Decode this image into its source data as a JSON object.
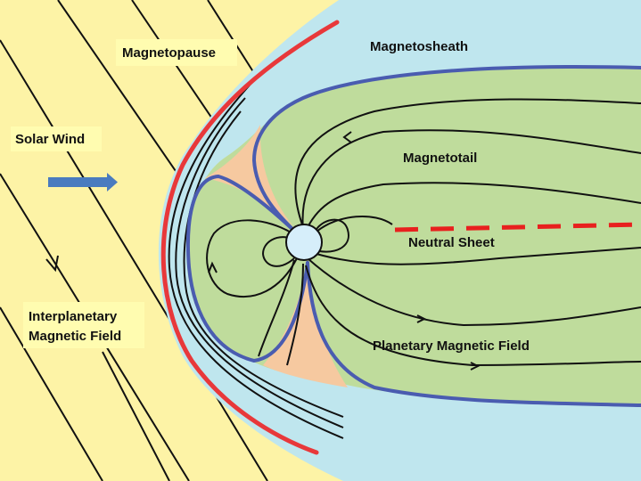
{
  "diagram": {
    "title": "Magnetosphere",
    "labels": {
      "magnetopause": "Magnetopause",
      "magnetosheath": "Magnetosheath",
      "solar_wind": "Solar Wind",
      "magnetotail": "Magnetotail",
      "neutral_sheet": "Neutral Sheet",
      "imf_line1": "Interplanetary",
      "imf_line2": "Magnetic Field",
      "planetary_field": "Planetary Magnetic Field"
    },
    "colors": {
      "solar_wind_region": "#fdf3a6",
      "magnetosheath_region": "#bfe6ee",
      "magnetosphere_region": "#bfdc9c",
      "cusp_region": "#f6c9a0",
      "magnetopause_line": "#e8383a",
      "boundary_line": "#4a5cb0",
      "neutral_sheet_line": "#e8201e",
      "arrow": "#4a7bbf",
      "planet": "#d6eefa"
    },
    "icons": {
      "solar_wind_arrow": "right-arrow-icon",
      "field_direction": "chevron-arrow-icon"
    }
  }
}
